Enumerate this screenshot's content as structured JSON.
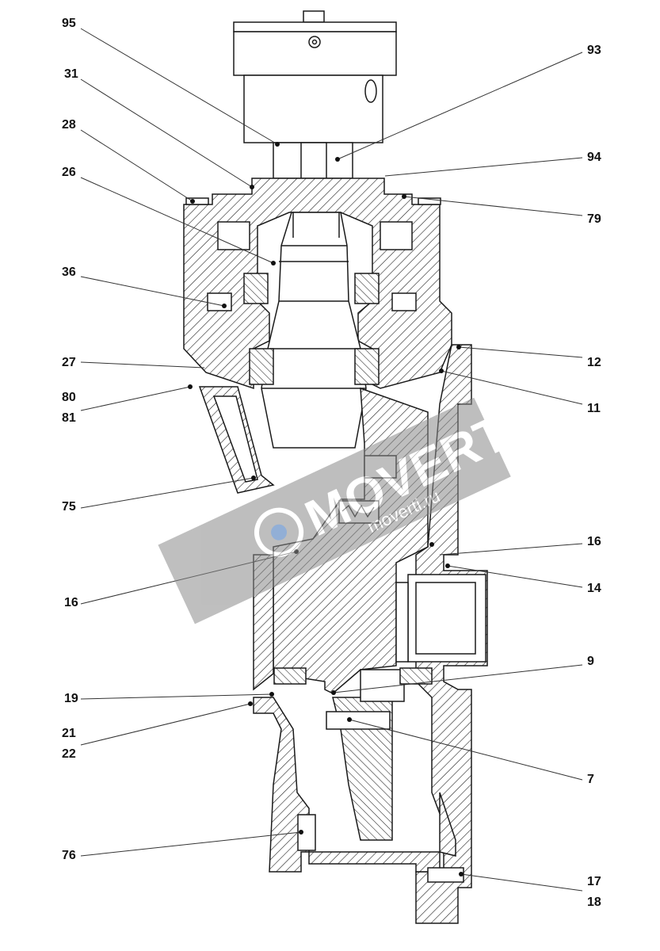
{
  "labels_left": [
    "95",
    "31",
    "28",
    "26",
    "36",
    "27",
    "80",
    "81",
    "75",
    "16",
    "19",
    "21",
    "22",
    "76"
  ],
  "labels_right": [
    "93",
    "94",
    "79",
    "12",
    "11",
    "16",
    "14",
    "9",
    "7",
    "17",
    "18"
  ],
  "watermark": {
    "text": "MOVERTI",
    "url_text": "moverti.ru",
    "logo": "moverti-logo"
  },
  "colors": {
    "line": "#1a1a1a",
    "hatch": "#222222",
    "watermark": "#8a8a8a"
  }
}
